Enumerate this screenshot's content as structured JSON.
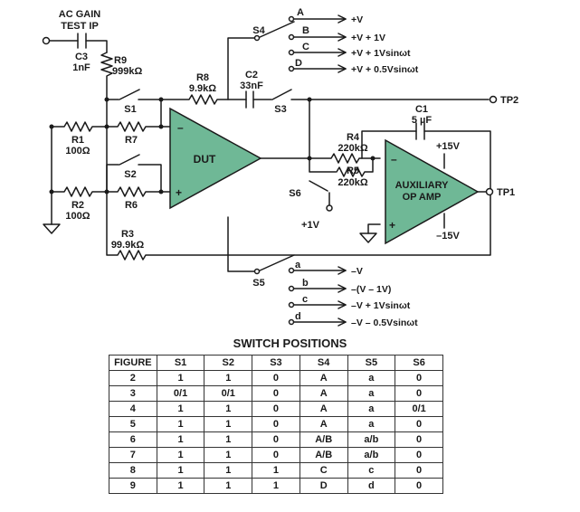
{
  "labels": {
    "ac_gain": "AC GAIN",
    "test_ip": "TEST IP",
    "c3": "C3",
    "c3_val": "1nF",
    "r9": "R9",
    "r9_val": "999kΩ",
    "r8": "R8",
    "r8_val": "9.9kΩ",
    "c2": "C2",
    "c2_val": "33nF",
    "s1": "S1",
    "s2": "S2",
    "s3": "S3",
    "s4": "S4",
    "s5": "S5",
    "s6": "S6",
    "r1": "R1",
    "r1_val": "100Ω",
    "r2": "R2",
    "r2_val": "100Ω",
    "r7": "R7",
    "r6": "R6",
    "r3": "R3",
    "r3_val": "99.9kΩ",
    "r4": "R4",
    "r4_val": "220kΩ",
    "r5": "R5",
    "r5_val": "220kΩ",
    "c1": "C1",
    "c1_val": "5 µF",
    "dut": "DUT",
    "aux_line1": "AUXILIARY",
    "aux_line2": "OP AMP",
    "plus15": "+15V",
    "minus15": "–15V",
    "plus1v": "+1V",
    "tp1": "TP1",
    "tp2": "TP2",
    "minus_sign": "–",
    "plus_sign": "+",
    "s4_a": "A",
    "s4_b": "B",
    "s4_c": "C",
    "s4_d": "D",
    "s4_a_v": "+V",
    "s4_b_v": "+V + 1V",
    "s4_c_v": "+V + 1Vsinωt",
    "s4_d_v": "+V + 0.5Vsinωt",
    "s5_a": "a",
    "s5_b": "b",
    "s5_c": "c",
    "s5_d": "d",
    "s5_a_v": "–V",
    "s5_b_v": "–(V – 1V)",
    "s5_c_v": "–V + 1Vsinωt",
    "s5_d_v": "–V – 0.5Vsinωt"
  },
  "table": {
    "title": "SWITCH POSITIONS",
    "headers": [
      "FIGURE",
      "S1",
      "S2",
      "S3",
      "S4",
      "S5",
      "S6"
    ],
    "rows": [
      [
        "2",
        "1",
        "1",
        "0",
        "A",
        "a",
        "0"
      ],
      [
        "3",
        "0/1",
        "0/1",
        "0",
        "A",
        "a",
        "0"
      ],
      [
        "4",
        "1",
        "1",
        "0",
        "A",
        "a",
        "0/1"
      ],
      [
        "5",
        "1",
        "1",
        "0",
        "A",
        "a",
        "0"
      ],
      [
        "6",
        "1",
        "1",
        "0",
        "A/B",
        "a/b",
        "0"
      ],
      [
        "7",
        "1",
        "1",
        "0",
        "A/B",
        "a/b",
        "0"
      ],
      [
        "8",
        "1",
        "1",
        "1",
        "C",
        "c",
        "0"
      ],
      [
        "9",
        "1",
        "1",
        "1",
        "D",
        "d",
        "0"
      ]
    ]
  },
  "colors": {
    "opamp_fill": "#6fb896",
    "wire": "#1a1a1a"
  }
}
